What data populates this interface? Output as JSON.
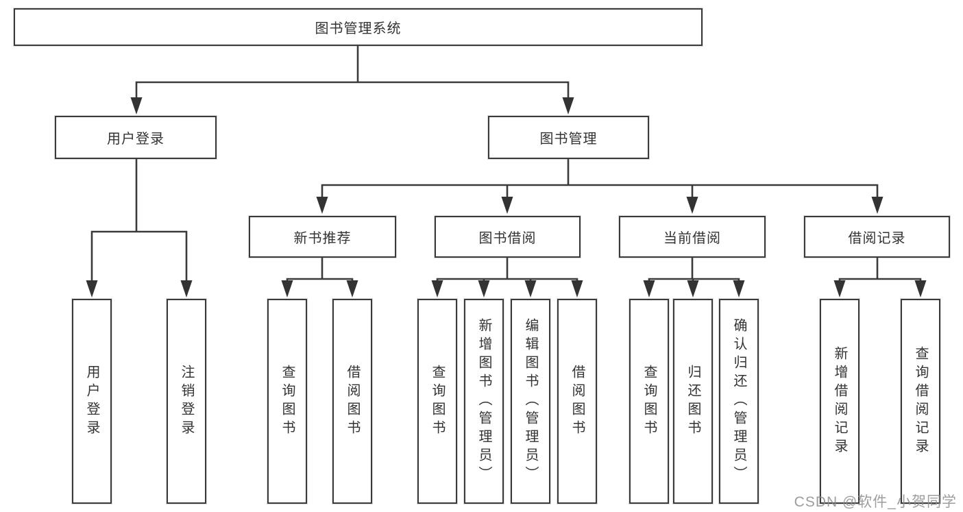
{
  "diagram": {
    "tree": {
      "label": "图书管理系统",
      "children": [
        {
          "label": "用户登录",
          "children": [
            {
              "label": "用户登录"
            },
            {
              "label": "注销登录"
            }
          ]
        },
        {
          "label": "图书管理",
          "children": [
            {
              "label": "新书推荐",
              "children": [
                {
                  "label": "查询图书"
                },
                {
                  "label": "借阅图书"
                }
              ]
            },
            {
              "label": "图书借阅",
              "children": [
                {
                  "label": "查询图书"
                },
                {
                  "label": "新增图书（管理员）"
                },
                {
                  "label": "编辑图书（管理员）"
                },
                {
                  "label": "借阅图书"
                }
              ]
            },
            {
              "label": "当前借阅",
              "children": [
                {
                  "label": "查询图书"
                },
                {
                  "label": "归还图书"
                },
                {
                  "label": "确认归还（管理员）"
                }
              ]
            },
            {
              "label": "借阅记录",
              "children": [
                {
                  "label": "新增借阅记录"
                },
                {
                  "label": "查询借阅记录"
                }
              ]
            }
          ]
        }
      ]
    },
    "watermark": "CSDN @软件_小贺同学",
    "colors": {
      "line": "#3a3a3a",
      "text": "#333333",
      "watermark": "#8c8c8c",
      "background": "#ffffff"
    }
  }
}
